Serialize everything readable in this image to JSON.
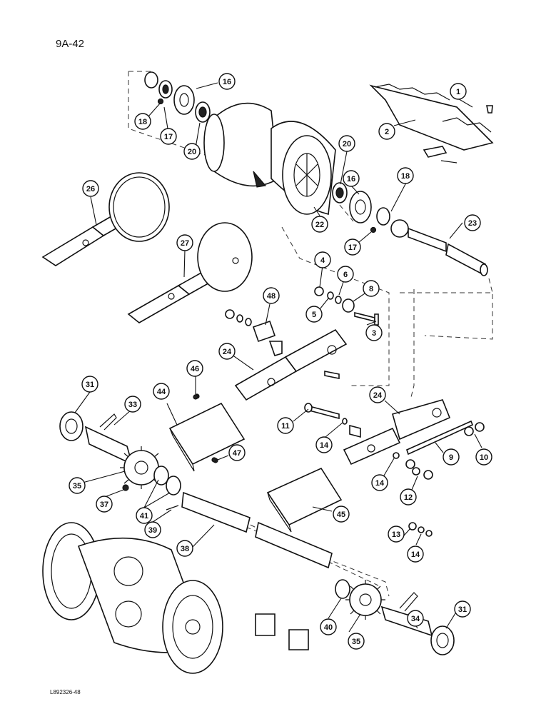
{
  "page": {
    "page_number": "9A-42",
    "figure_id": "L892326-48"
  },
  "callouts": [
    {
      "id": "c1",
      "label": "1"
    },
    {
      "id": "c2",
      "label": "2"
    },
    {
      "id": "c3",
      "label": "3"
    },
    {
      "id": "c4",
      "label": "4"
    },
    {
      "id": "c5",
      "label": "5"
    },
    {
      "id": "c6",
      "label": "6"
    },
    {
      "id": "c8",
      "label": "8"
    },
    {
      "id": "c9",
      "label": "9"
    },
    {
      "id": "c10",
      "label": "10"
    },
    {
      "id": "c11",
      "label": "11"
    },
    {
      "id": "c12",
      "label": "12"
    },
    {
      "id": "c13",
      "label": "13"
    },
    {
      "id": "c14a",
      "label": "14"
    },
    {
      "id": "c14b",
      "label": "14"
    },
    {
      "id": "c14c",
      "label": "14"
    },
    {
      "id": "c16a",
      "label": "16"
    },
    {
      "id": "c16b",
      "label": "16"
    },
    {
      "id": "c17a",
      "label": "17"
    },
    {
      "id": "c17b",
      "label": "17"
    },
    {
      "id": "c18a",
      "label": "18"
    },
    {
      "id": "c18b",
      "label": "18"
    },
    {
      "id": "c20a",
      "label": "20"
    },
    {
      "id": "c20b",
      "label": "20"
    },
    {
      "id": "c22",
      "label": "22"
    },
    {
      "id": "c23",
      "label": "23"
    },
    {
      "id": "c24a",
      "label": "24"
    },
    {
      "id": "c24b",
      "label": "24"
    },
    {
      "id": "c26",
      "label": "26"
    },
    {
      "id": "c27",
      "label": "27"
    },
    {
      "id": "c31a",
      "label": "31"
    },
    {
      "id": "c31b",
      "label": "31"
    },
    {
      "id": "c33",
      "label": "33"
    },
    {
      "id": "c34",
      "label": "34"
    },
    {
      "id": "c35a",
      "label": "35"
    },
    {
      "id": "c35b",
      "label": "35"
    },
    {
      "id": "c37",
      "label": "37"
    },
    {
      "id": "c38",
      "label": "38"
    },
    {
      "id": "c39",
      "label": "39"
    },
    {
      "id": "c40",
      "label": "40"
    },
    {
      "id": "c41",
      "label": "41"
    },
    {
      "id": "c44",
      "label": "44"
    },
    {
      "id": "c45",
      "label": "45"
    },
    {
      "id": "c46",
      "label": "46"
    },
    {
      "id": "c47",
      "label": "47"
    },
    {
      "id": "c48",
      "label": "48"
    }
  ]
}
